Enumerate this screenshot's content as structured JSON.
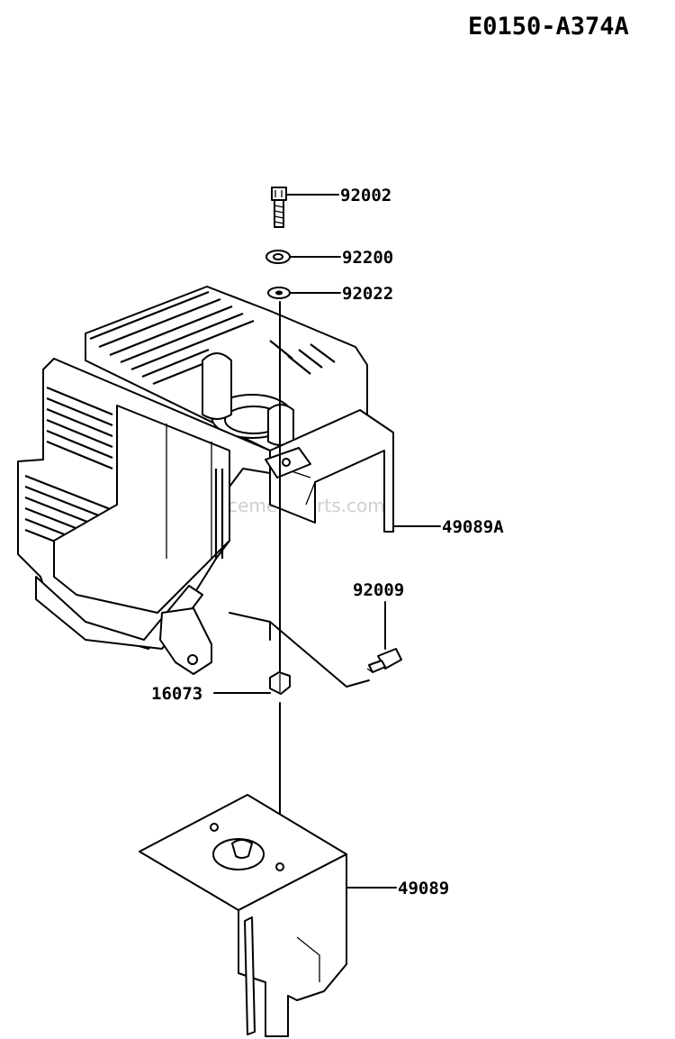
{
  "diagram_code": "E0150-A374A",
  "watermark": "eReplacementParts.com",
  "parts": {
    "bolt_top": "92002",
    "washer_flat": "92200",
    "washer_lock": "92022",
    "cylinder_cover": "49089A",
    "bolt_side": "92009",
    "nut": "16073",
    "cover_plate": "49089"
  }
}
